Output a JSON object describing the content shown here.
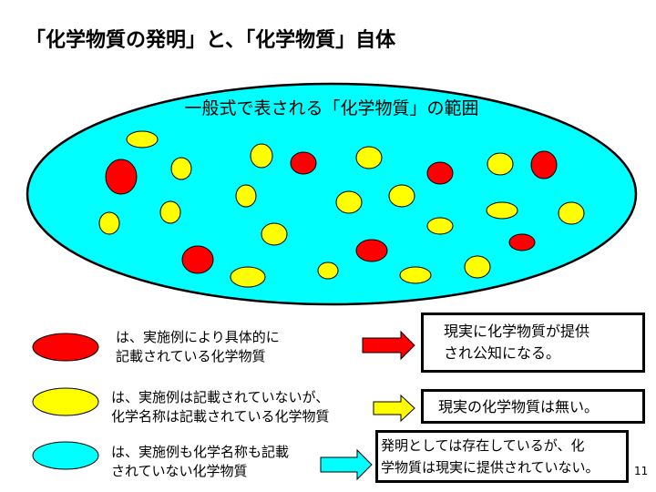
{
  "title": "「化学物質の発明」と、「化学物質」自体",
  "diagram": {
    "subtitle": "一般式で表される「化学物質」の範囲",
    "colors": {
      "range": "#00ffff",
      "exemplified": "#ff0000",
      "named": "#ffff00"
    }
  },
  "legend": [
    {
      "line1": "は、実施例により具体的に",
      "line2": "記載されている化学物質",
      "result_line1": "現実に化学物質が提供",
      "result_line2": "され公知になる。"
    },
    {
      "line1": "は、実施例は記載されていないが、",
      "line2": "化学名称は記載されている化学物質",
      "result_line1": "現実の化学物質は無い。"
    },
    {
      "line1": "は、実施例も化学名称も記載",
      "line2": "されていない化学物質",
      "result_line1": "発明としては存在しているが、化",
      "result_line2": "学物質は現実に提供されていない。"
    }
  ],
  "page_number": "11"
}
